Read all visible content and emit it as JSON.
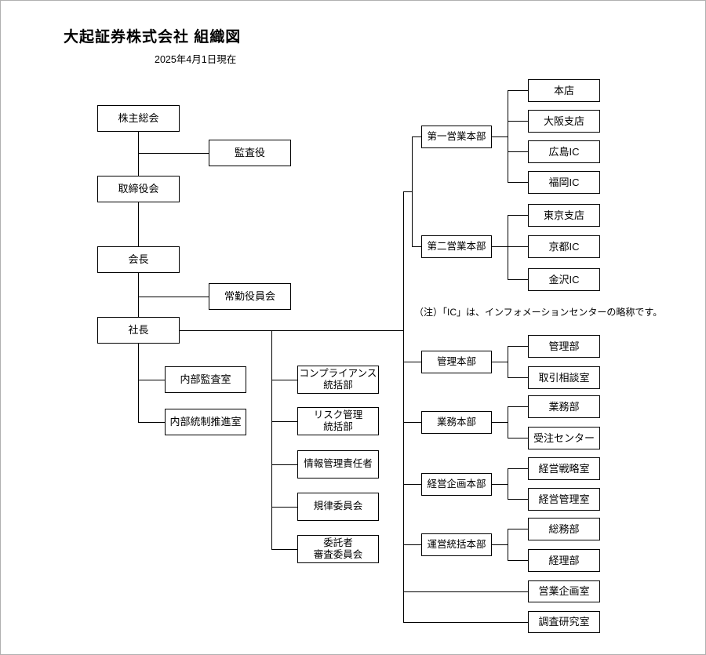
{
  "page": {
    "title": "大起証券株式会社 組織図",
    "date": "2025年4月1日現在",
    "note": "（注）「IC」は、インフォメーションセンターの略称です。"
  },
  "colors": {
    "background": "#ffffff",
    "line": "#000000",
    "box_border": "#000000",
    "text": "#000000",
    "page_border": "#b0b0b0"
  },
  "org": {
    "governance": {
      "shareholders": "株主総会",
      "auditor": "監査役",
      "board": "取締役会",
      "chairman": "会長",
      "standing_officers": "常勤役員会",
      "president": "社長"
    },
    "president_direct": {
      "internal_audit": "内部監査室",
      "internal_control": "内部統制推進室",
      "compliance": "コンプライアンス\n統括部",
      "risk_management": "リスク管理\n統括部",
      "info_management": "情報管理責任者",
      "discipline": "規律委員会",
      "consignor_screening": "委託者\n審査委員会"
    },
    "sales1": {
      "label": "第一営業本部",
      "children": {
        "honten": "本店",
        "osaka": "大阪支店",
        "hiroshima": "広島IC",
        "fukuoka": "福岡IC"
      }
    },
    "sales2": {
      "label": "第二営業本部",
      "children": {
        "tokyo": "東京支店",
        "kyoto": "京都IC",
        "kanazawa": "金沢IC"
      }
    },
    "admin": {
      "label": "管理本部",
      "children": {
        "kanri": "管理部",
        "consultation": "取引相談室"
      }
    },
    "operations": {
      "label": "業務本部",
      "children": {
        "gyomu": "業務部",
        "order_center": "受注センター"
      }
    },
    "planning": {
      "label": "経営企画本部",
      "children": {
        "strategy": "経営戦略室",
        "management": "経営管理室"
      }
    },
    "steering": {
      "label": "運営統括本部",
      "children": {
        "general_affairs": "総務部",
        "accounting": "経理部"
      }
    },
    "direct_offices": {
      "sales_planning": "営業企画室",
      "research": "調査研究室"
    }
  }
}
